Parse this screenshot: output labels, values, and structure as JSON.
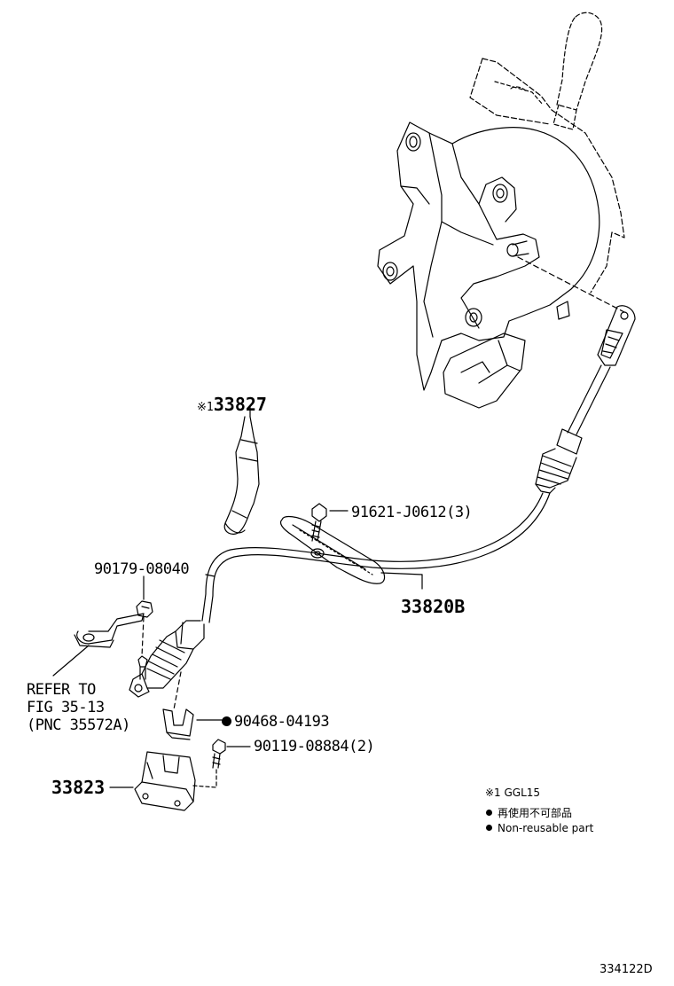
{
  "callouts": {
    "c33827_mark": "※1",
    "c33827": "33827",
    "c91621": "91621-J0612(3)",
    "c90179": "90179-08040",
    "c33820b": "33820B",
    "refer": [
      "REFER TO",
      "FIG 35-13",
      "(PNC 35572A)"
    ],
    "c90468": "90468-04193",
    "c90119": "90119-08884(2)",
    "c33823": "33823"
  },
  "legend": {
    "note1": "※1 GGL15",
    "non_reusable_jp": "再使用不可部品",
    "non_reusable_en": "Non-reusable part"
  },
  "figure_code": "334122D",
  "colors": {
    "line": "#000000",
    "background": "#ffffff"
  }
}
